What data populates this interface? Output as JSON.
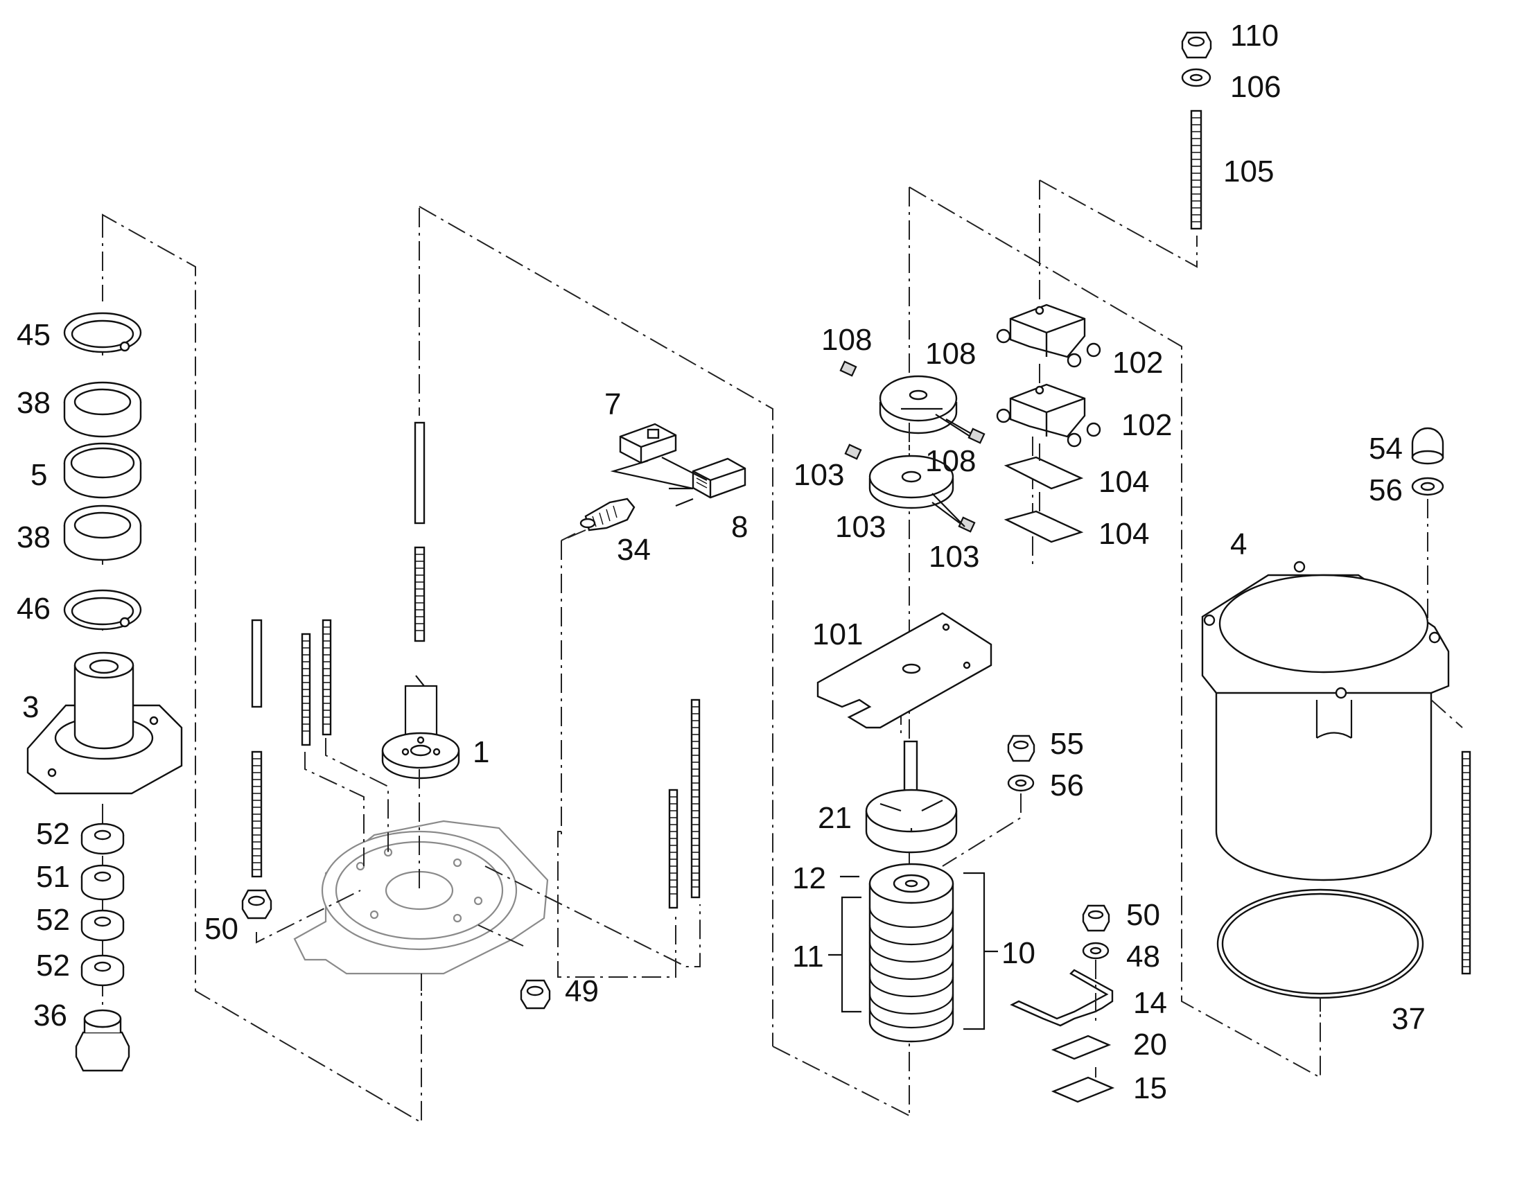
{
  "diagram": {
    "callouts": [
      {
        "id": "45",
        "text": "45"
      },
      {
        "id": "38a",
        "text": "38"
      },
      {
        "id": "5",
        "text": "5"
      },
      {
        "id": "38b",
        "text": "38"
      },
      {
        "id": "46",
        "text": "46"
      },
      {
        "id": "3",
        "text": "3"
      },
      {
        "id": "52a",
        "text": "52"
      },
      {
        "id": "51",
        "text": "51"
      },
      {
        "id": "52b",
        "text": "52"
      },
      {
        "id": "52c",
        "text": "52"
      },
      {
        "id": "36",
        "text": "36"
      },
      {
        "id": "50a",
        "text": "50"
      },
      {
        "id": "1",
        "text": "1"
      },
      {
        "id": "49",
        "text": "49"
      },
      {
        "id": "7",
        "text": "7"
      },
      {
        "id": "8",
        "text": "8"
      },
      {
        "id": "34",
        "text": "34"
      },
      {
        "id": "108a",
        "text": "108"
      },
      {
        "id": "108b",
        "text": "108"
      },
      {
        "id": "108c",
        "text": "108"
      },
      {
        "id": "103a",
        "text": "103"
      },
      {
        "id": "103b",
        "text": "103"
      },
      {
        "id": "103c",
        "text": "103"
      },
      {
        "id": "102a",
        "text": "102"
      },
      {
        "id": "102b",
        "text": "102"
      },
      {
        "id": "104a",
        "text": "104"
      },
      {
        "id": "104b",
        "text": "104"
      },
      {
        "id": "101",
        "text": "101"
      },
      {
        "id": "55",
        "text": "55"
      },
      {
        "id": "56a",
        "text": "56"
      },
      {
        "id": "21",
        "text": "21"
      },
      {
        "id": "12",
        "text": "12"
      },
      {
        "id": "11",
        "text": "11"
      },
      {
        "id": "10",
        "text": "10"
      },
      {
        "id": "50b",
        "text": "50"
      },
      {
        "id": "48",
        "text": "48"
      },
      {
        "id": "14",
        "text": "14"
      },
      {
        "id": "20",
        "text": "20"
      },
      {
        "id": "15",
        "text": "15"
      },
      {
        "id": "110",
        "text": "110"
      },
      {
        "id": "106",
        "text": "106"
      },
      {
        "id": "105",
        "text": "105"
      },
      {
        "id": "54",
        "text": "54"
      },
      {
        "id": "56b",
        "text": "56"
      },
      {
        "id": "4",
        "text": "4"
      },
      {
        "id": "37",
        "text": "37"
      }
    ]
  }
}
